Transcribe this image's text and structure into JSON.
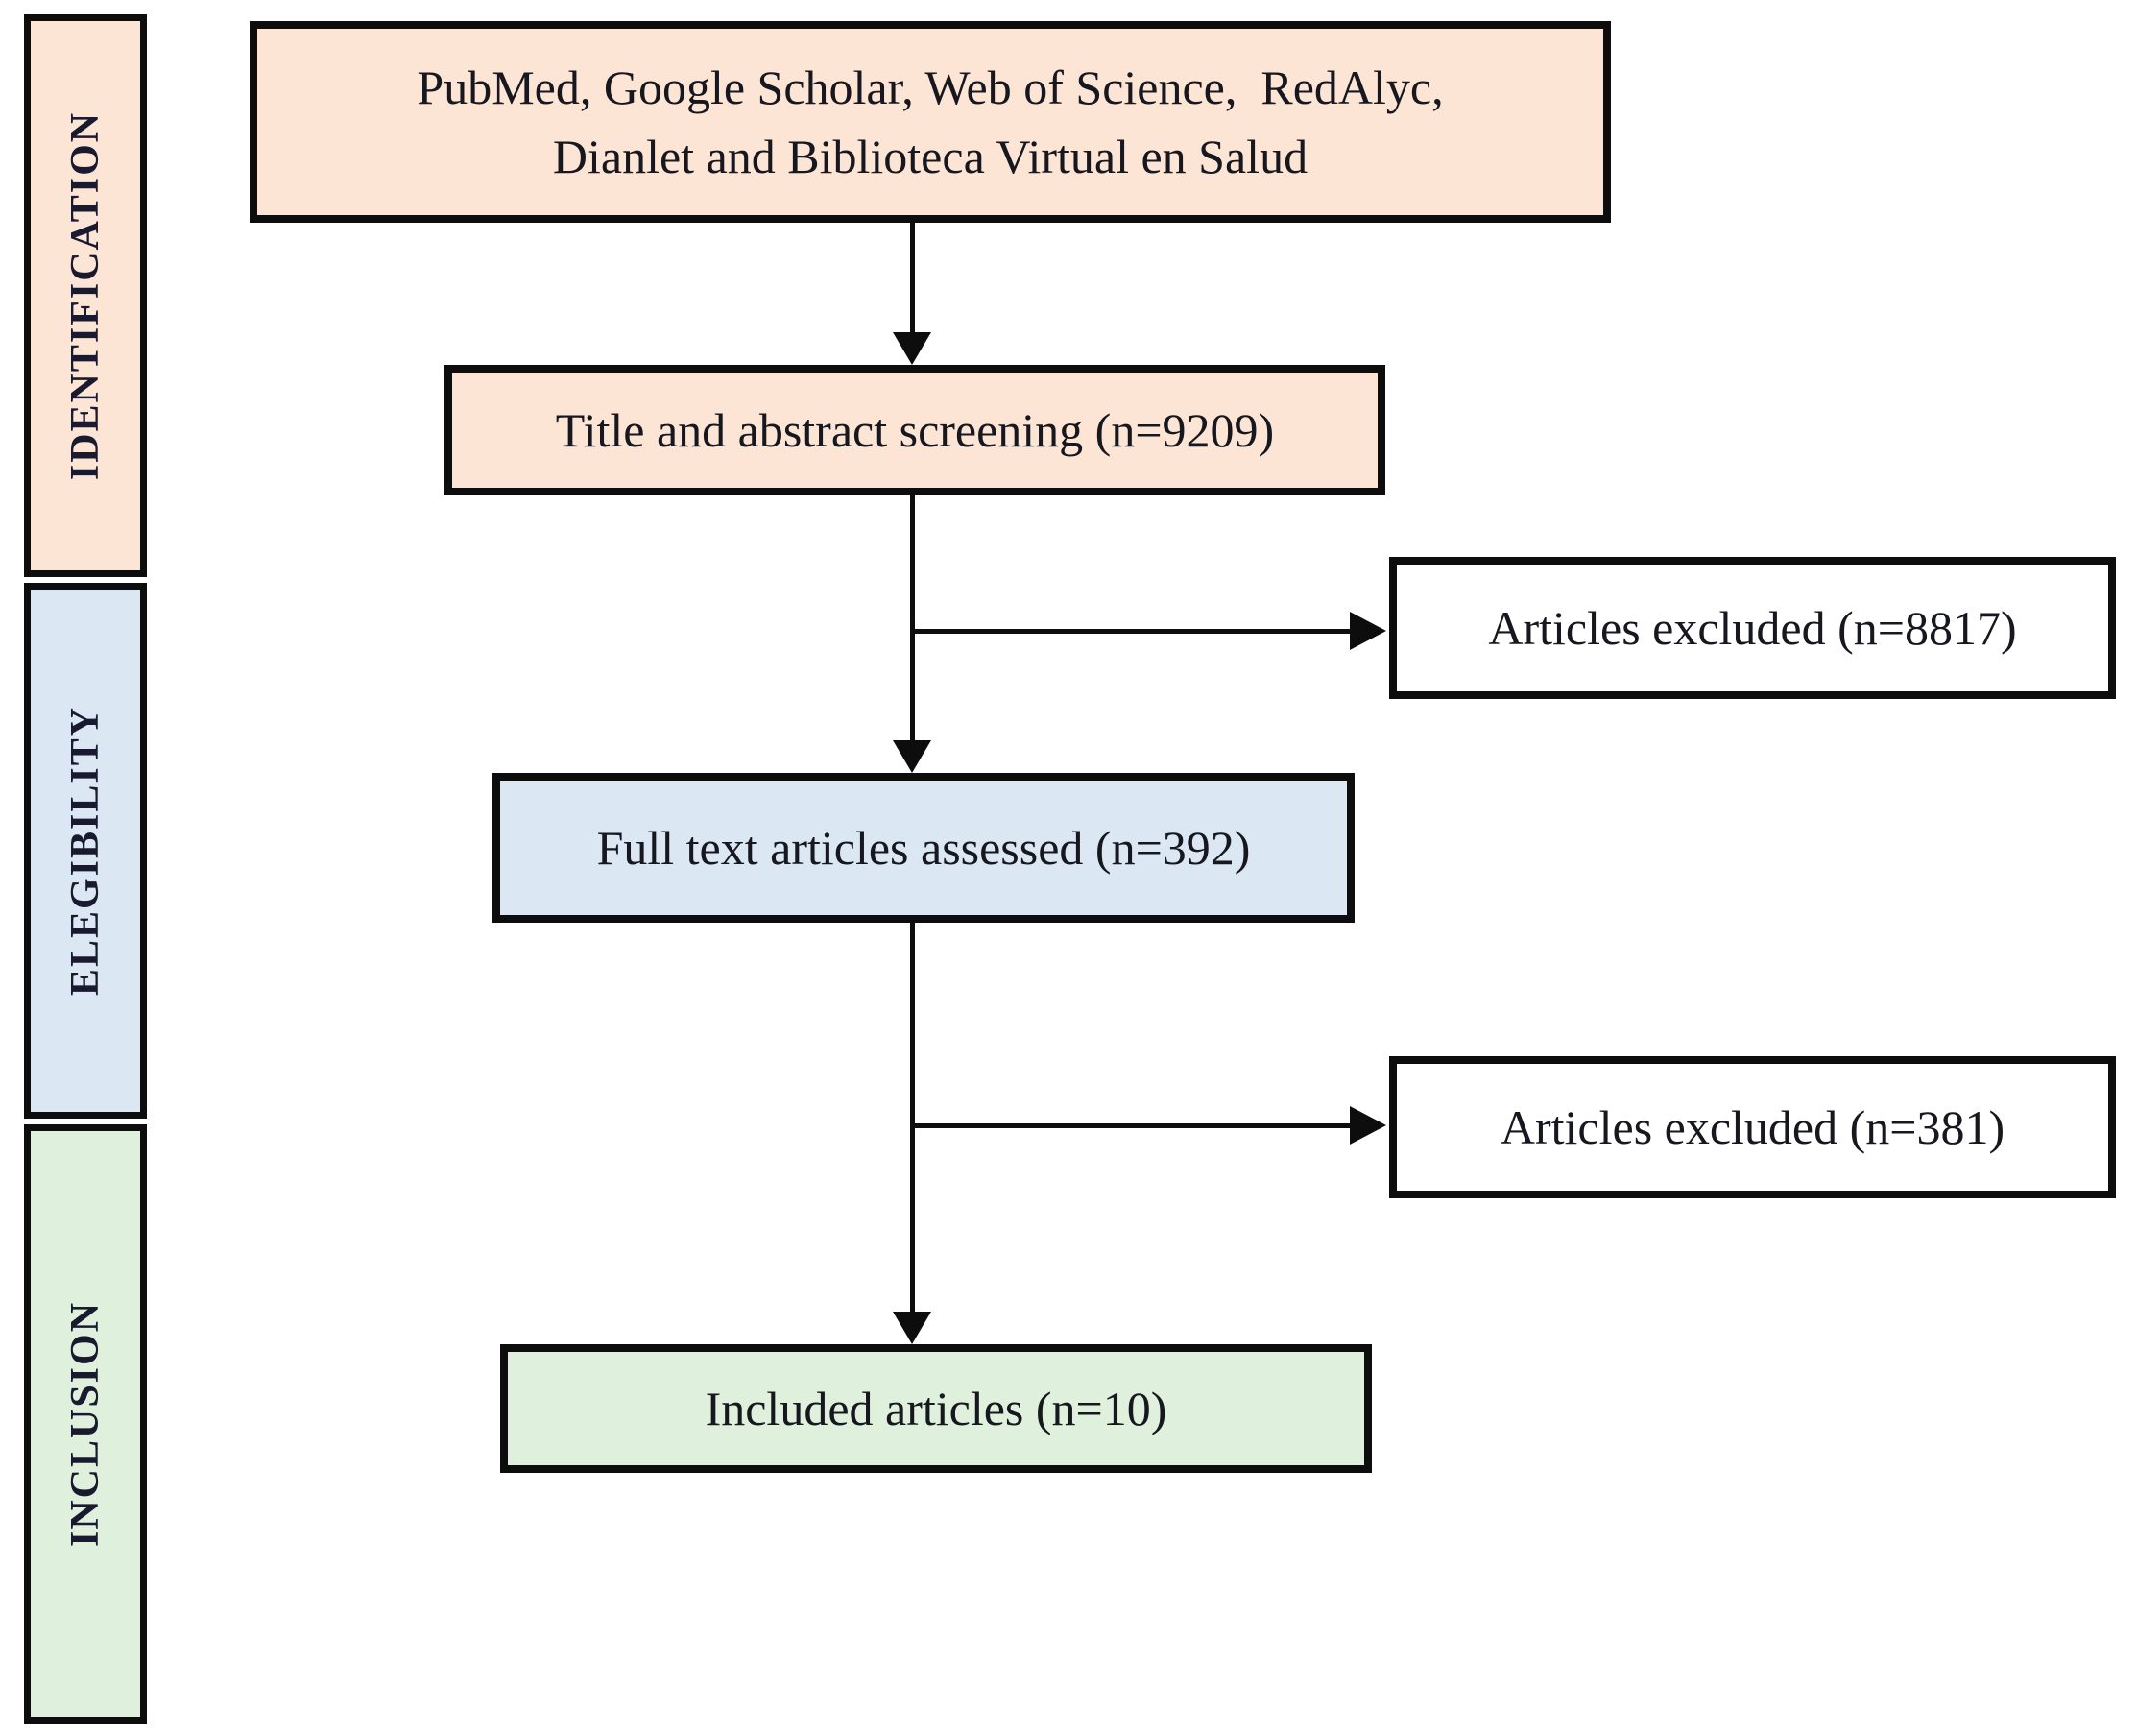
{
  "figure": {
    "background": "#ffffff",
    "line_color": "#0d0d0d"
  },
  "sidebar": {
    "sections": [
      {
        "label": "IDENTIFICATION",
        "color": "#fce5d4"
      },
      {
        "label": "ELEGIBILITY",
        "color": "#dbe8f4"
      },
      {
        "label": "INCLUSION",
        "color": "#dff0dc"
      }
    ]
  },
  "flow": {
    "sources": {
      "line1": "PubMed, Google Scholar, Web of Science,  RedAlyc,",
      "line2": "Dianlet and Biblioteca Virtual en Salud",
      "color": "#fce5d4"
    },
    "screening": {
      "label": "Title and abstract screening (n=9209)",
      "n": 9209,
      "color": "#fce5d4"
    },
    "excluded_screening": {
      "label": "Articles excluded (n=8817)",
      "n": 8817,
      "color": "#ffffff"
    },
    "full_text": {
      "label": "Full text articles assessed (n=392)",
      "n": 392,
      "color": "#dbe8f4"
    },
    "excluded_full_text": {
      "label": "Articles excluded (n=381)",
      "n": 381,
      "color": "#ffffff"
    },
    "included": {
      "label": "Included articles (n=10)",
      "n": 10,
      "color": "#dff0dc"
    }
  }
}
